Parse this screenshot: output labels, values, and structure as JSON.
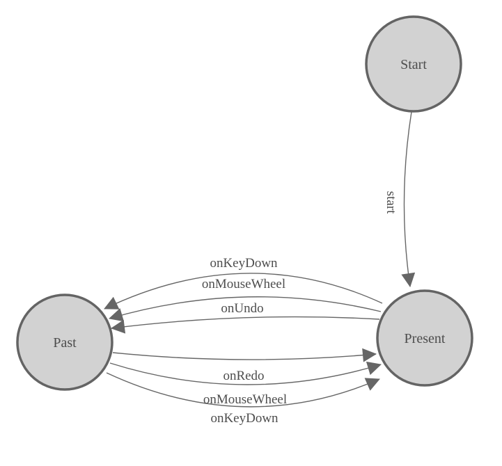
{
  "diagram": {
    "type": "state-machine",
    "background_color": "#ffffff",
    "node_fill_color": "#d2d2d2",
    "node_border_color": "#646464",
    "edge_color": "#666666",
    "arrowhead_color": "#666666",
    "label_color": "#4d4d4d",
    "nodes": [
      {
        "id": "start",
        "label": "Start"
      },
      {
        "id": "present",
        "label": "Present"
      },
      {
        "id": "past",
        "label": "Past"
      }
    ],
    "edges": [
      {
        "from": "Start",
        "to": "Present",
        "label": "start"
      },
      {
        "from": "Present",
        "to": "Past",
        "label": "onKeyDown"
      },
      {
        "from": "Present",
        "to": "Past",
        "label": "onMouseWheel"
      },
      {
        "from": "Present",
        "to": "Past",
        "label": "onUndo"
      },
      {
        "from": "Past",
        "to": "Present",
        "label": "onRedo"
      },
      {
        "from": "Past",
        "to": "Present",
        "label": "onMouseWheel"
      },
      {
        "from": "Past",
        "to": "Present",
        "label": "onKeyDown"
      }
    ]
  }
}
